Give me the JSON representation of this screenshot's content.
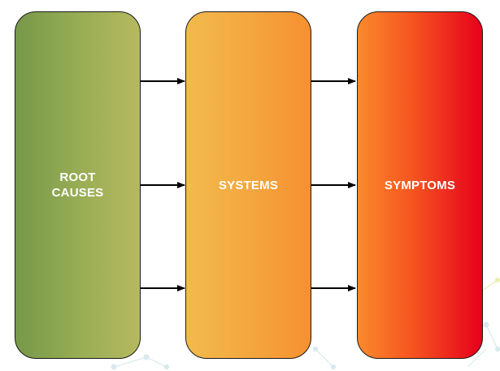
{
  "diagram": {
    "boxes": [
      {
        "id": "root-causes",
        "label": "ROOT\nCAUSES"
      },
      {
        "id": "systems",
        "label": "SYSTEMS"
      },
      {
        "id": "symptoms",
        "label": "SYMPTOMS"
      }
    ],
    "connections": [
      {
        "from": "root-causes",
        "to": "systems",
        "count": 3
      },
      {
        "from": "systems",
        "to": "symptoms",
        "count": 3
      }
    ],
    "colors": {
      "root_causes": [
        "#77994a",
        "#b5b95f"
      ],
      "systems": [
        "#f1bb4c",
        "#f69030"
      ],
      "symptoms": [
        "#fb8a2c",
        "#e6001c"
      ],
      "arrow": "#000000"
    }
  }
}
